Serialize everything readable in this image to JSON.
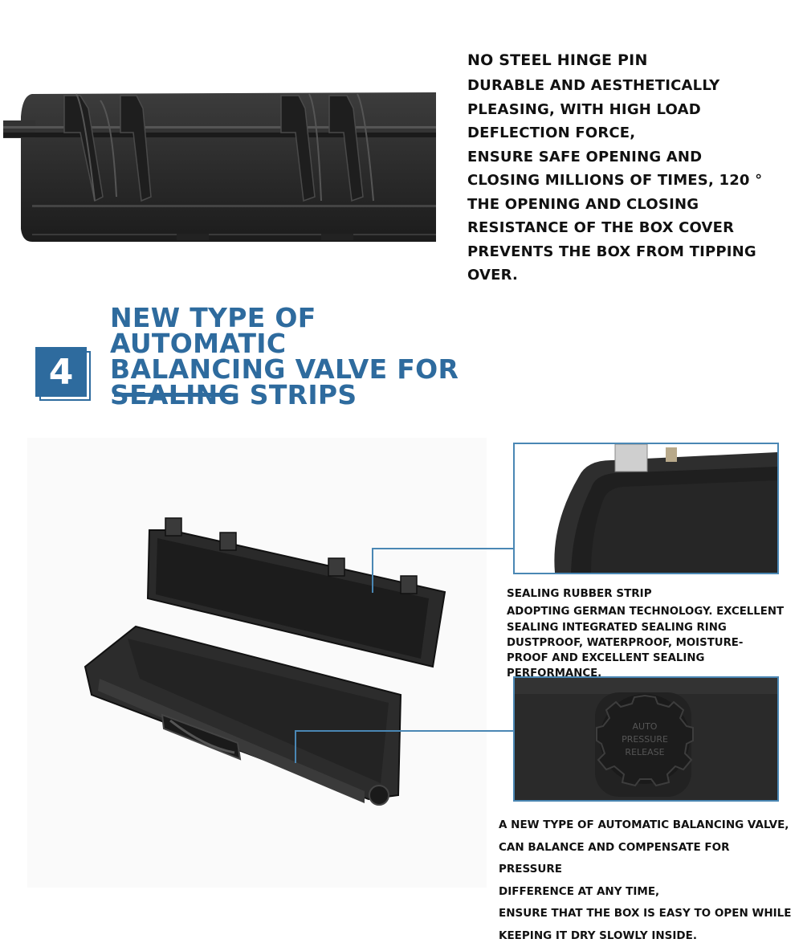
{
  "hinge_section": {
    "heading": "NO STEEL HINGE PIN",
    "lines": [
      "DURABLE AND AESTHETICALLY",
      "PLEASING, WITH HIGH LOAD",
      "DEFLECTION FORCE,",
      "ENSURE SAFE OPENING AND",
      "CLOSING MILLIONS OF TIMES, 120 °",
      "THE OPENING AND CLOSING",
      "RESISTANCE OF THE BOX COVER",
      "PREVENTS THE BOX FROM TIPPING OVER."
    ]
  },
  "feature_section": {
    "number": "4",
    "title_lines": [
      "NEW TYPE OF AUTOMATIC",
      "BALANCING VALVE FOR",
      "SEALING STRIPS"
    ]
  },
  "seal_caption": {
    "heading": "SEALING RUBBER STRIP",
    "lines": [
      "ADOPTING GERMAN TECHNOLOGY. EXCELLENT",
      "SEALING INTEGRATED SEALING RING",
      "DUSTPROOF, WATERPROOF, MOISTURE-",
      "PROOF AND EXCELLENT SEALING PERFORMANCE."
    ]
  },
  "valve_caption": {
    "lines": [
      "A NEW TYPE OF AUTOMATIC BALANCING VALVE,",
      "CAN BALANCE AND COMPENSATE FOR PRESSURE",
      "DIFFERENCE AT ANY TIME,",
      "ENSURE THAT THE BOX IS EASY TO OPEN WHILE",
      "KEEPING IT DRY SLOWLY INSIDE."
    ]
  },
  "valve_label": {
    "lines": [
      "AUTO",
      "PRESSURE",
      "RELEASE"
    ]
  },
  "colors": {
    "accent": "#2e6b9e",
    "callout": "#4a87b4",
    "case": "#2a2a2a"
  }
}
